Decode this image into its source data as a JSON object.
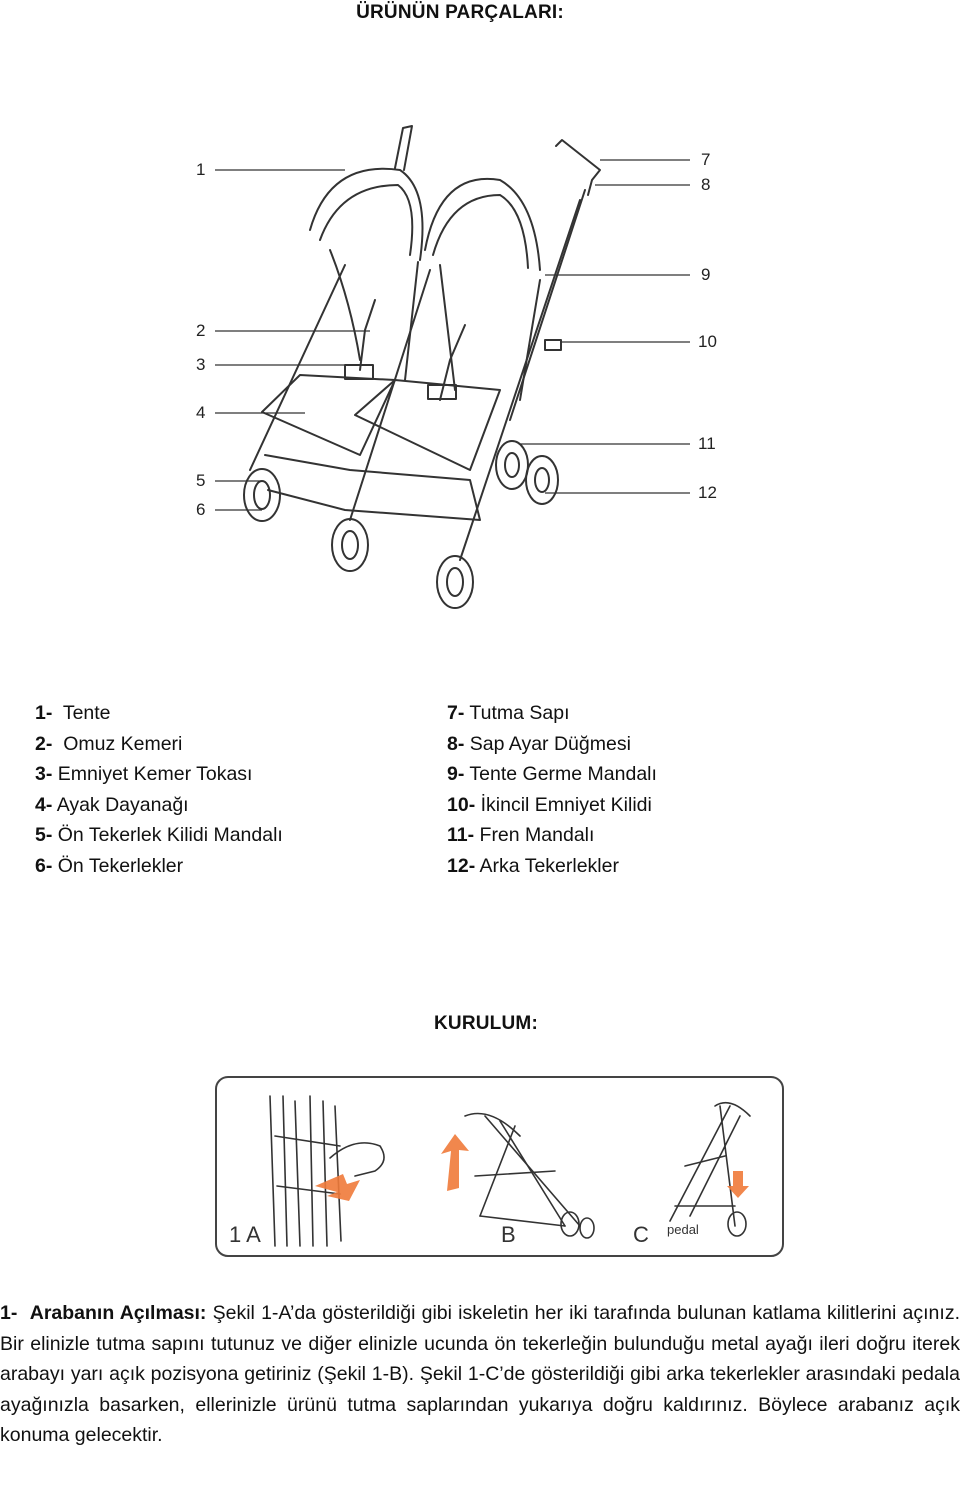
{
  "title_parts": "ÜRÜNÜN PARÇALARI:",
  "callouts": [
    "1",
    "2",
    "3",
    "4",
    "5",
    "6",
    "7",
    "8",
    "9",
    "10",
    "11",
    "12"
  ],
  "parts_left": [
    {
      "num": "1-",
      "name": "Tente"
    },
    {
      "num": "2-",
      "name": "Omuz Kemeri"
    },
    {
      "num": "3-",
      "name": "Emniyet Kemer Tokası"
    },
    {
      "num": "4-",
      "name": "Ayak Dayanağı"
    },
    {
      "num": "5-",
      "name": "Ön Tekerlek Kilidi Mandalı"
    },
    {
      "num": "6-",
      "name": "Ön Tekerlekler"
    }
  ],
  "parts_right": [
    {
      "num": "7-",
      "name": "Tutma Sapı"
    },
    {
      "num": "8-",
      "name": "Sap Ayar Düğmesi"
    },
    {
      "num": "9-",
      "name": "Tente Germe Mandalı"
    },
    {
      "num": "10-",
      "name": "İkincil Emniyet Kilidi"
    },
    {
      "num": "11-",
      "name": "Fren Mandalı"
    },
    {
      "num": "12-",
      "name": "Arka Tekerlekler"
    }
  ],
  "title_setup": "KURULUM:",
  "figure_labels": {
    "a": "1 A",
    "b": "B",
    "c": "C",
    "pedal": "pedal"
  },
  "instruction": {
    "num": "1-",
    "title": "Arabanın Açılması:",
    "text": "Şekil 1-A’da gösterildiği gibi iskeletin her iki tarafında bulunan katlama kilitlerini açınız. Bir elinizle tutma sapını tutunuz ve diğer elinizle ucunda ön tekerleğin bulunduğu metal ayağı ileri doğru iterek arabayı yarı açık pozisyona getiriniz (Şekil 1-B). Şekil 1-C’de gösterildiği gibi arka tekerlekler arasındaki pedala ayağınızla basarken, ellerinizle ürünü tutma saplarından yukarıya doğru kaldırınız. Böylece arabanız açık konuma gelecektir."
  },
  "colors": {
    "arrow": "#f07a3a",
    "line": "#333333"
  }
}
